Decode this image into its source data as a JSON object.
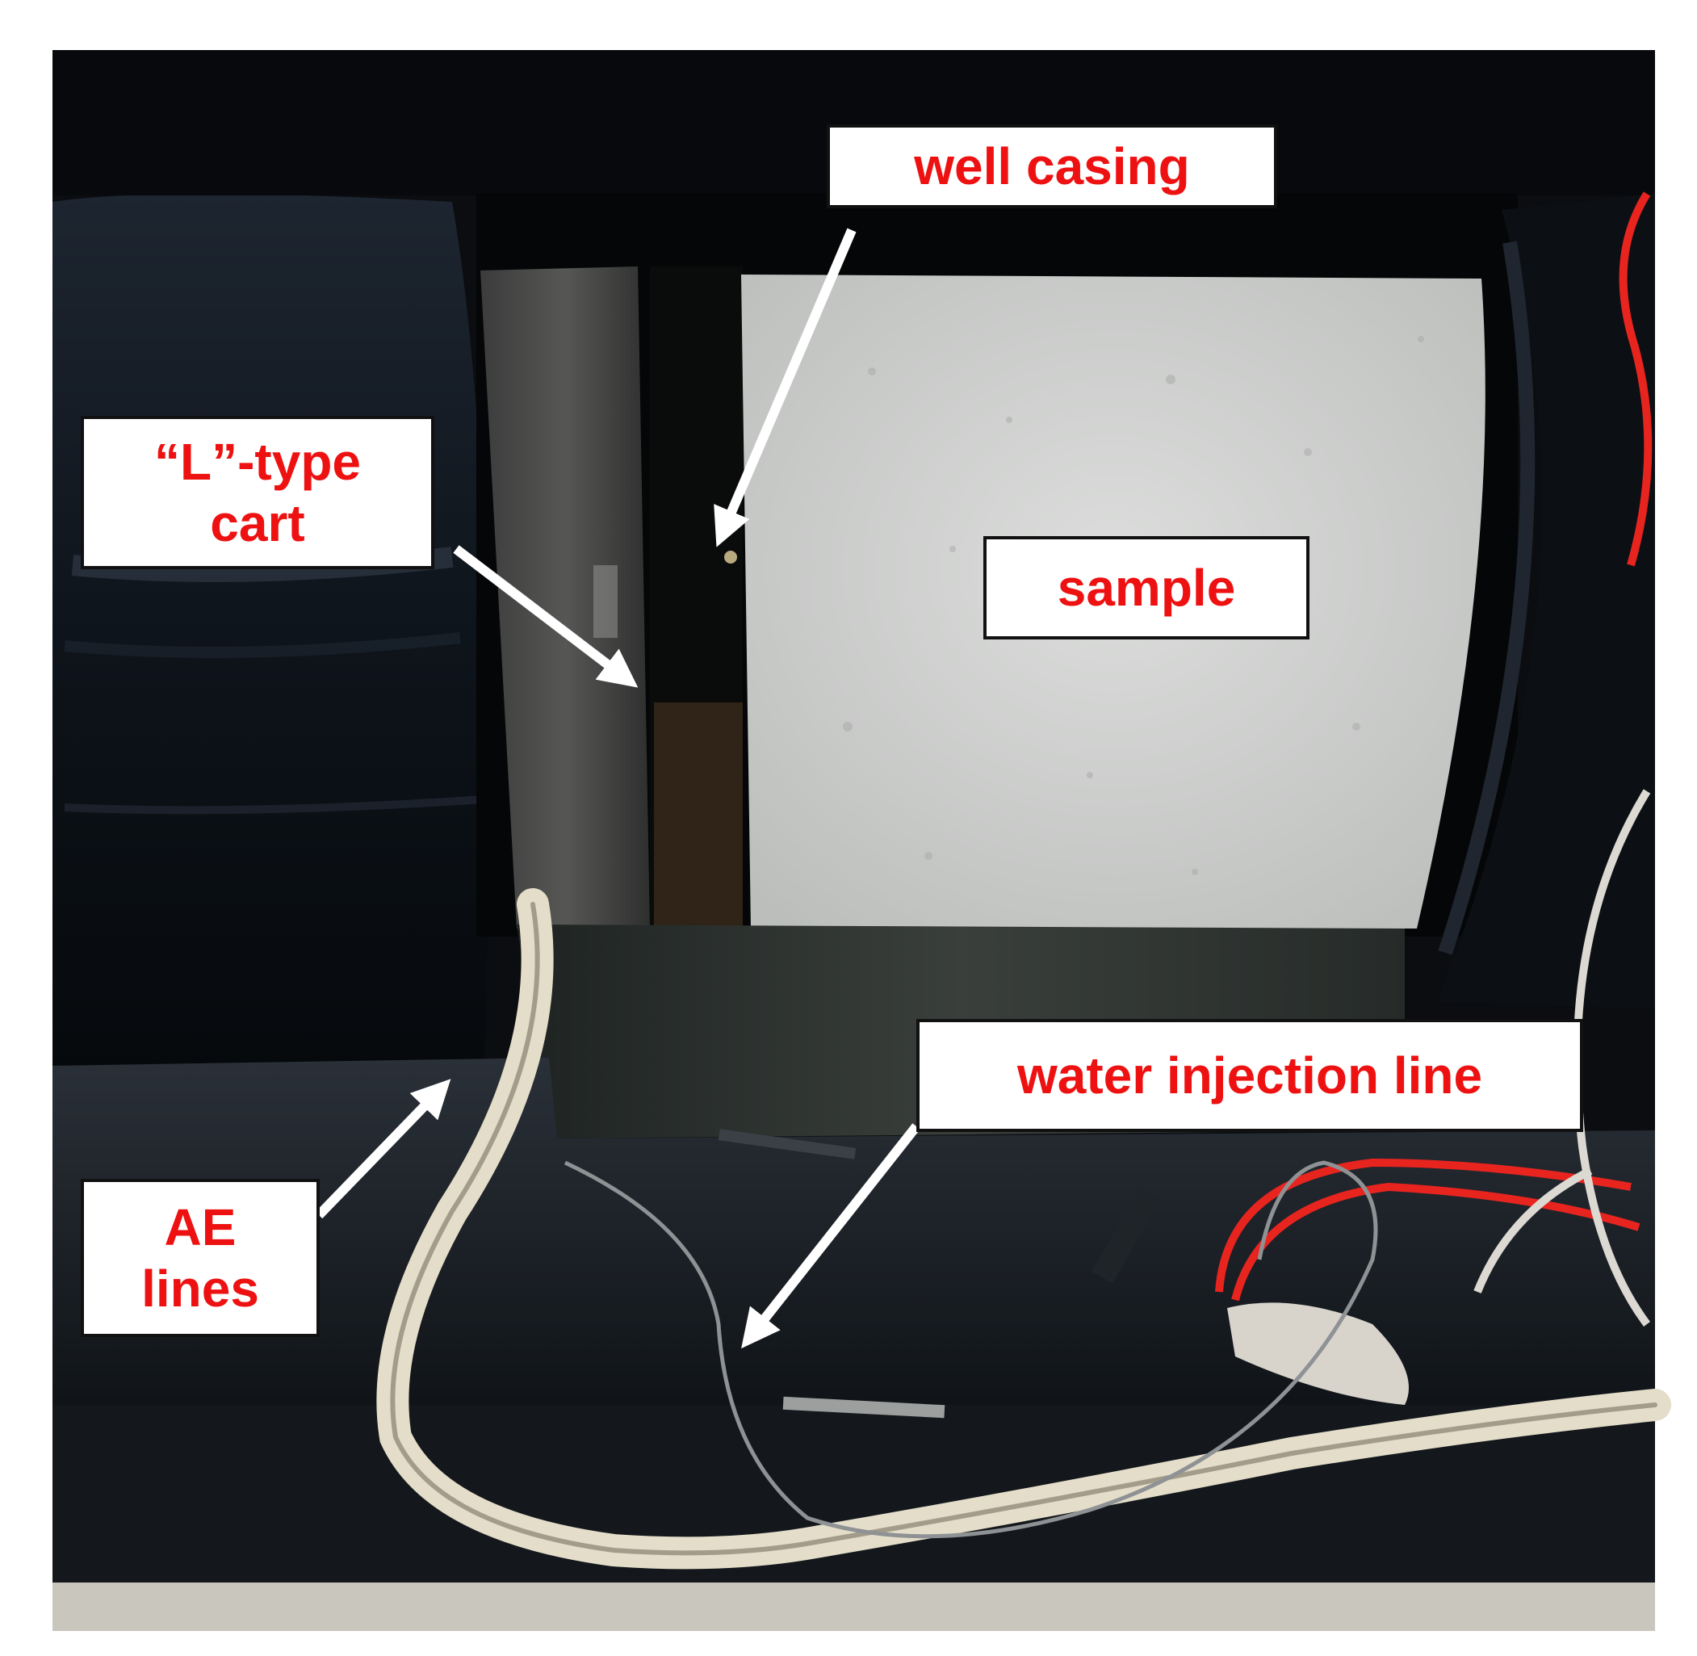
{
  "labels": {
    "well_casing": "well casing",
    "l_cart_line1": "“L”-type",
    "l_cart_line2": "cart",
    "sample": "sample",
    "water_line": "water injection line",
    "ae_line1": "AE",
    "ae_line2": "lines"
  },
  "colors": {
    "label_text": "#ee1111",
    "label_border": "#111111",
    "arrow": "#ffffff",
    "frame": "#0b0d10",
    "sample_block": "#d2d3d2",
    "ae_cable": "#e4ddc9",
    "red_wire": "#e8241f"
  },
  "icons": [
    "arrow-icon"
  ]
}
